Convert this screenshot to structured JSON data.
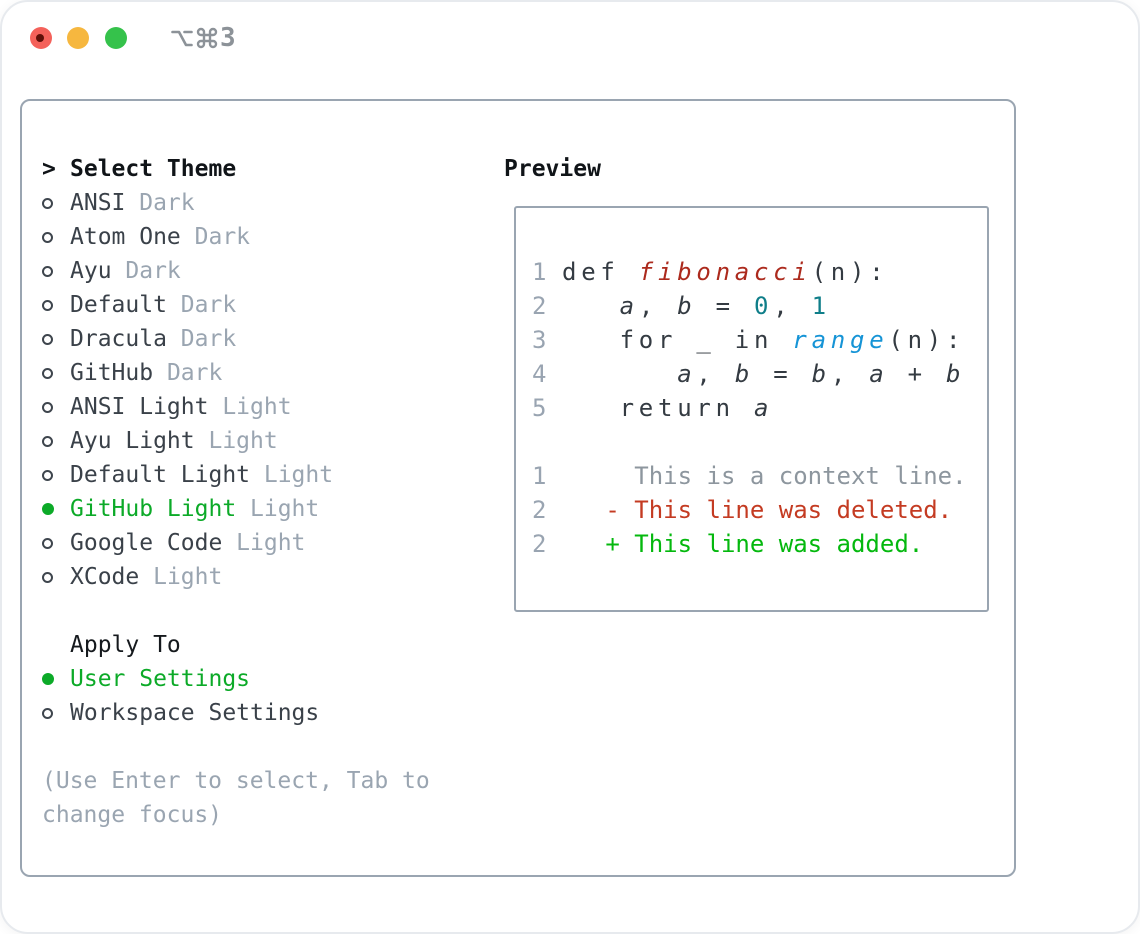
{
  "window": {
    "shortcut": "⌥⌘3",
    "shortcut_digit": "3",
    "traffic_light_colors": {
      "close": "#f4615a",
      "minimize": "#f6b73f",
      "zoom": "#35c24b"
    }
  },
  "theme_panel": {
    "header": {
      "prefix": ">",
      "label": "Select Theme"
    },
    "themes": [
      {
        "name": "ANSI",
        "variant": "Dark",
        "selected": false
      },
      {
        "name": "Atom One",
        "variant": "Dark",
        "selected": false
      },
      {
        "name": "Ayu",
        "variant": "Dark",
        "selected": false
      },
      {
        "name": "Default",
        "variant": "Dark",
        "selected": false
      },
      {
        "name": "Dracula",
        "variant": "Dark",
        "selected": false
      },
      {
        "name": "GitHub",
        "variant": "Dark",
        "selected": false
      },
      {
        "name": "ANSI Light",
        "variant": "Light",
        "selected": false
      },
      {
        "name": "Ayu Light",
        "variant": "Light",
        "selected": false
      },
      {
        "name": "Default Light",
        "variant": "Light",
        "selected": false
      },
      {
        "name": "GitHub Light",
        "variant": "Light",
        "selected": true
      },
      {
        "name": "Google Code",
        "variant": "Light",
        "selected": false
      },
      {
        "name": "XCode",
        "variant": "Light",
        "selected": false
      }
    ],
    "apply_to": {
      "label": "Apply To",
      "options": [
        {
          "label": "User Settings",
          "selected": true
        },
        {
          "label": "Workspace Settings",
          "selected": false
        }
      ]
    },
    "hint_line1": "(Use Enter to select, Tab to",
    "hint_line2": "change focus)"
  },
  "preview": {
    "label": "Preview",
    "gutter": [
      "1",
      "2",
      "3",
      "4",
      "5",
      "",
      "1",
      "2",
      "2"
    ],
    "code_lines": [
      {
        "segments": [
          {
            "t": "def "
          },
          {
            "t": "fibonacci"
          },
          {
            "t": "(n):"
          }
        ]
      },
      {
        "segments": [
          {
            "t": "   "
          },
          {
            "t": "a"
          },
          {
            "t": ", "
          },
          {
            "t": "b"
          },
          {
            "t": " = "
          },
          {
            "t": "0"
          },
          {
            "t": ", "
          },
          {
            "t": "1"
          }
        ]
      },
      {
        "segments": [
          {
            "t": "   for _ in "
          },
          {
            "t": "range"
          },
          {
            "t": "(n):"
          }
        ]
      },
      {
        "segments": [
          {
            "t": "      "
          },
          {
            "t": "a"
          },
          {
            "t": ", "
          },
          {
            "t": "b"
          },
          {
            "t": " = "
          },
          {
            "t": "b"
          },
          {
            "t": ", "
          },
          {
            "t": "a"
          },
          {
            "t": " + "
          },
          {
            "t": "b"
          }
        ]
      },
      {
        "segments": [
          {
            "t": "   return "
          },
          {
            "t": "a"
          }
        ]
      }
    ],
    "diff_lines": [
      {
        "text": "     This is a context line.",
        "kind": "context"
      },
      {
        "text": "   - This line was deleted.",
        "kind": "deleted"
      },
      {
        "text": "   + This line was added.",
        "kind": "added"
      }
    ]
  },
  "colors": {
    "panel_border": "#9aa5b1",
    "item_text": "#3a4149",
    "muted_text": "#9aa5b1",
    "selected_green": "#0caa28",
    "added_green": "#04b80e",
    "deleted_red": "#c43b22",
    "function_red": "#ac2a1d",
    "number_teal": "#0f7e89",
    "builtin_blue": "#1694d6"
  }
}
